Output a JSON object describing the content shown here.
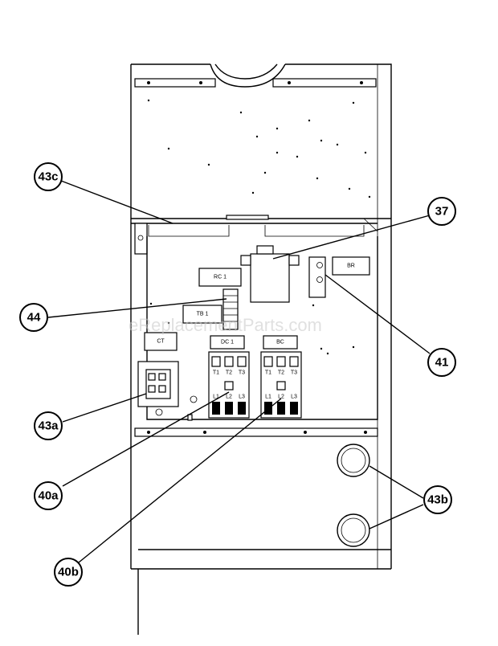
{
  "watermark": "eReplacementParts.com",
  "components": {
    "rc1": "RC 1",
    "tb1": "TB 1",
    "br": "BR",
    "ct": "CT",
    "dc1": "DC 1",
    "bc": "BC",
    "dc1_terminals_top": [
      "T1",
      "T2",
      "T3"
    ],
    "dc1_terminals_bottom": [
      "L1",
      "L2",
      "L3"
    ],
    "bc_terminals_top": [
      "T1",
      "T2",
      "T3"
    ],
    "bc_terminals_bottom": [
      "L1",
      "L2",
      "L3"
    ]
  },
  "callouts": {
    "c43c": "43c",
    "c37": "37",
    "c44": "44",
    "c41": "41",
    "c43a": "43a",
    "c40a": "40a",
    "c43b": "43b",
    "c40b": "40b"
  }
}
